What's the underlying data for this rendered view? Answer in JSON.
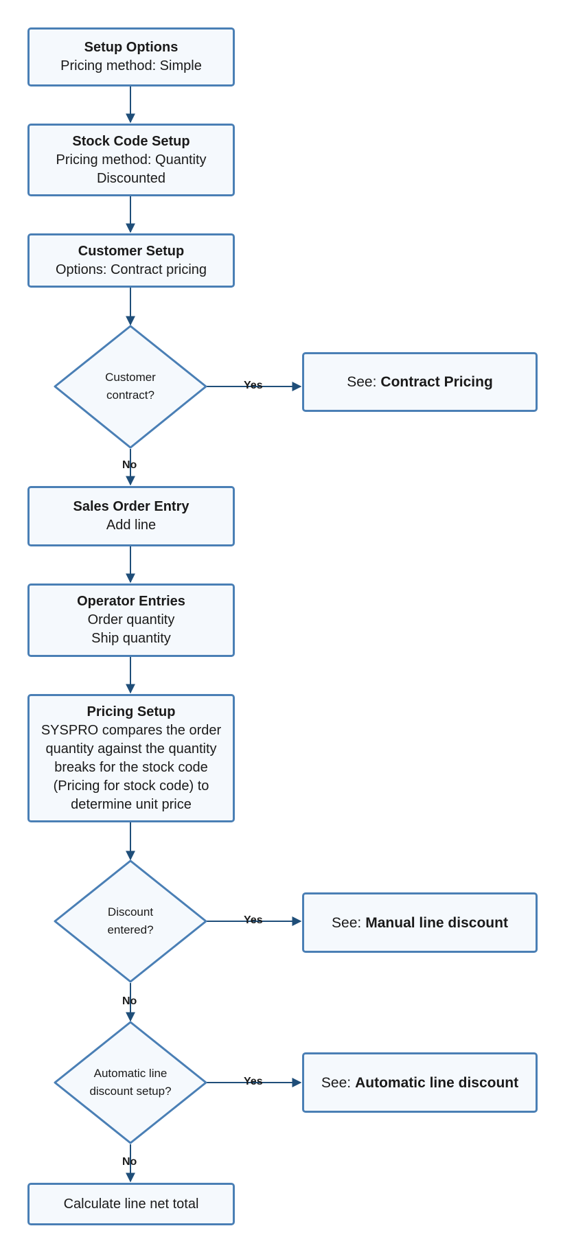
{
  "colors": {
    "box_border": "#4a7fb5",
    "box_fill": "#f5f9fd",
    "connector": "#1f4e79"
  },
  "nodes": {
    "setup_options": {
      "title": "Setup Options",
      "lines": [
        "Pricing method: Simple"
      ]
    },
    "stock_code_setup": {
      "title": "Stock Code Setup",
      "lines": [
        "Pricing method: Quantity",
        "Discounted"
      ]
    },
    "customer_setup": {
      "title": "Customer Setup",
      "lines": [
        "Options: Contract pricing"
      ]
    },
    "customer_contract": {
      "lines": [
        "Customer",
        "contract?"
      ]
    },
    "contract_pricing_ref": {
      "prefix": "See:",
      "target": "Contract Pricing"
    },
    "sales_order_entry": {
      "title": "Sales Order Entry",
      "lines": [
        "Add line"
      ]
    },
    "operator_entries": {
      "title": "Operator Entries",
      "lines": [
        "Order quantity",
        "Ship quantity"
      ]
    },
    "pricing_setup": {
      "title": "Pricing Setup",
      "lines": [
        "SYSPRO compares the order",
        "quantity against the quantity",
        "breaks for the stock code",
        "(Pricing for stock code) to",
        "determine unit price"
      ]
    },
    "discount_entered": {
      "lines": [
        "Discount",
        "entered?"
      ]
    },
    "manual_line_discount_ref": {
      "prefix": "See:",
      "target": "Manual line discount"
    },
    "auto_line_discount_setup": {
      "lines": [
        "Automatic line",
        "discount setup?"
      ]
    },
    "auto_line_discount_ref": {
      "prefix": "See:",
      "target": "Automatic line discount"
    },
    "calculate_net_total": {
      "lines": [
        "Calculate line net total"
      ]
    }
  },
  "edge_labels": {
    "yes": "Yes",
    "no": "No"
  }
}
